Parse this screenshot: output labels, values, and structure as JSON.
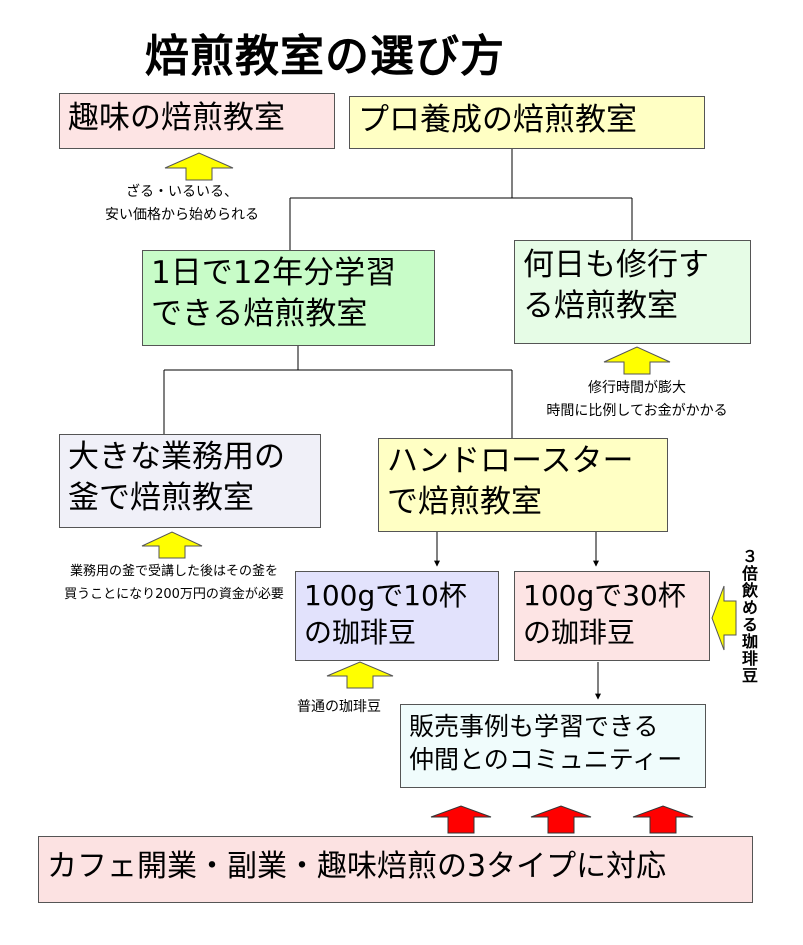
{
  "title": "焙煎教室の選び方",
  "boxes": {
    "hobby": "趣味の焙煎教室",
    "pro": "プロ養成の焙煎教室",
    "twelve_years_l1": "1日で12年分学習",
    "twelve_years_l2": "できる焙煎教室",
    "many_days_l1": "何日も修行す",
    "many_days_l2": "る焙煎教室",
    "large_pot_l1": "大きな業務用の",
    "large_pot_l2": "釜で焙煎教室",
    "hand_roaster_l1": "ハンドロースター",
    "hand_roaster_l2": "で焙煎教室",
    "cups10_l1": "100gで10杯",
    "cups10_l2": "の珈琲豆",
    "cups30_l1": "100gで30杯",
    "cups30_l2": "の珈琲豆",
    "community_l1": "販売事例も学習できる",
    "community_l2": "仲間とのコミュニティー",
    "bottom": "カフェ開業・副業・趣味焙煎の3タイプに対応"
  },
  "notes": {
    "hobby_l1": "ざる・いるいる、",
    "hobby_l2": "安い価格から始められる",
    "many_days_l1": "修行時間が膨大",
    "many_days_l2": "時間に比例してお金がかかる",
    "large_pot_l1": "業務用の釜で受講した後はその釜を",
    "large_pot_l2": "買うことになり200万円の資金が必要",
    "cups10": "普通の珈琲豆",
    "cups30_vertical": "３倍飲める珈琲豆"
  },
  "colors": {
    "pink": "#fde4e4",
    "yellow": "#ffffc4",
    "green": "#c8fcc8",
    "light_green": "#e6fce6",
    "lavender": "#f0f0f8",
    "blue_lavender": "#e2e2fc",
    "light_cyan": "#f0fcfc",
    "bottom_pink": "#fce2e2",
    "arrow_yellow": "#ffff00",
    "arrow_red": "#ff0000"
  }
}
